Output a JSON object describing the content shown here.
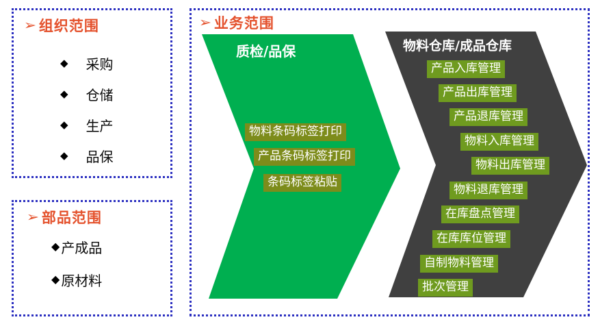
{
  "colors": {
    "panel_border": "#2a2ec0",
    "heading": "#e4512c",
    "green_arrow": "#00af50",
    "gray_arrow": "#404040",
    "olive_chip": "#7d8c1b",
    "green_chip": "#6f9b1f",
    "chip_text": "#ffffff"
  },
  "org_panel": {
    "bullet_icon": "➢",
    "heading": "组织范围",
    "items": [
      {
        "icon": "◆",
        "label": "采购"
      },
      {
        "icon": "◆",
        "label": "仓储"
      },
      {
        "icon": "◆",
        "label": "生产"
      },
      {
        "icon": "◆",
        "label": "品保"
      }
    ]
  },
  "part_panel": {
    "bullet_icon": "➢",
    "heading": "部品范围",
    "items": [
      {
        "icon": "◆",
        "label": "产成品"
      },
      {
        "icon": "◆",
        "label": "原材料"
      }
    ]
  },
  "biz_panel": {
    "bullet_icon": "➢",
    "heading": "业务范围",
    "green_arrow": {
      "title": "质检/品保",
      "items": [
        "物料条码标签打印",
        "产品条码标签打印",
        "条码标签粘贴"
      ]
    },
    "gray_arrow": {
      "title": "物料仓库/成品仓库",
      "items": [
        "产品入库管理",
        "产品出库管理",
        "产品退库管理",
        "物料入库管理",
        "物料出库管理",
        "物料退库管理",
        "在库盘点管理",
        "在库库位管理",
        "自制物料管理",
        "批次管理"
      ]
    }
  }
}
